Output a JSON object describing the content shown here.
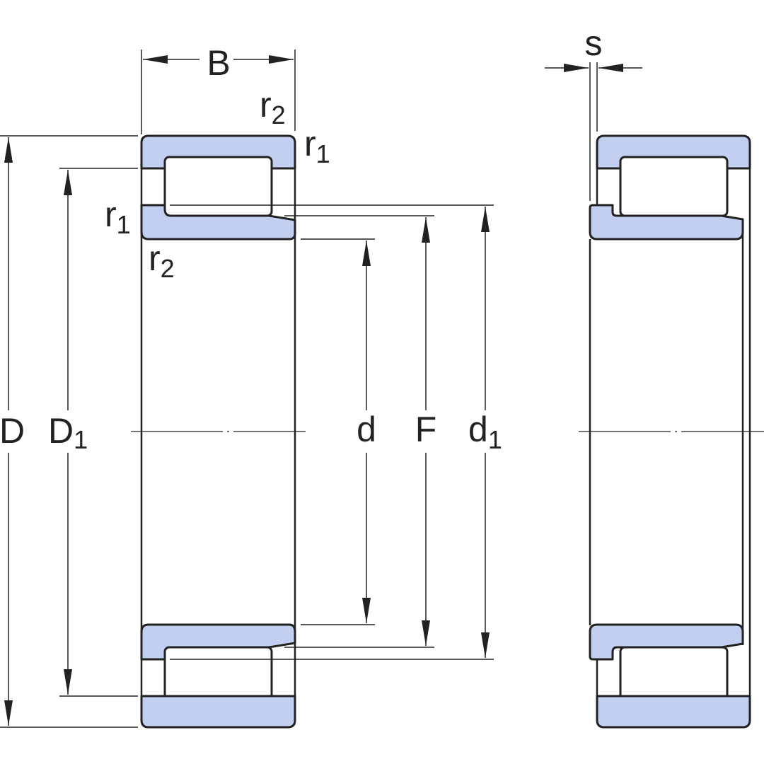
{
  "colors": {
    "ring_fill": "#c2cff0",
    "roller_fill": "#ffffff",
    "line": "#222222",
    "background": "#ffffff"
  },
  "labels": {
    "B": "B",
    "s": "s",
    "D": "D",
    "D1": {
      "main": "D",
      "sub": "1"
    },
    "d": "d",
    "F": "F",
    "d1": {
      "main": "d",
      "sub": "1"
    },
    "r1": {
      "main": "r",
      "sub": "1"
    },
    "r2": {
      "main": "r",
      "sub": "2"
    }
  }
}
